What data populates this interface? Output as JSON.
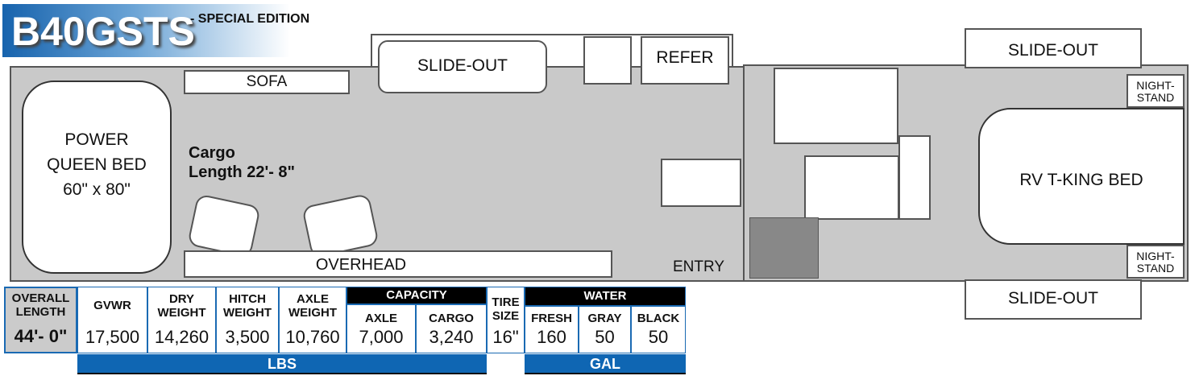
{
  "title": {
    "model": "B40GSTS",
    "edition": "- SPECIAL EDITION"
  },
  "floorplan": {
    "power_bed": [
      "POWER",
      "QUEEN BED",
      "60\" x 80\""
    ],
    "sofa": "SOFA",
    "slide_out_top": "SLIDE-OUT",
    "refer": "REFER",
    "cargo": [
      "Cargo",
      "Length 22'- 8\""
    ],
    "overhead": "OVERHEAD",
    "entry": "ENTRY",
    "slide_out_right_top": "SLIDE-OUT",
    "slide_out_right_bottom": "SLIDE-OUT",
    "nightstand": [
      "NIGHT-",
      "STAND"
    ],
    "king_bed": "RV T-KING BED"
  },
  "specs": {
    "overall_length": {
      "label": [
        "OVERALL",
        "LENGTH"
      ],
      "value": "44'- 0\""
    },
    "gvwr": {
      "label": "GVWR",
      "value": "17,500"
    },
    "dry_weight": {
      "label": [
        "DRY",
        "WEIGHT"
      ],
      "value": "14,260"
    },
    "hitch_weight": {
      "label": [
        "HITCH",
        "WEIGHT"
      ],
      "value": "3,500"
    },
    "axle_weight": {
      "label": [
        "AXLE",
        "WEIGHT"
      ],
      "value": "10,760"
    },
    "capacity": {
      "label": "CAPACITY",
      "axle": {
        "label": "AXLE",
        "value": "7,000"
      },
      "cargo": {
        "label": "CARGO",
        "value": "3,240"
      }
    },
    "tire": {
      "label": [
        "TIRE",
        "SIZE"
      ],
      "value": "16\""
    },
    "water": {
      "label": "WATER",
      "fresh": {
        "label": "FRESH",
        "value": "160"
      },
      "gray": {
        "label": "GRAY",
        "value": "50"
      },
      "black": {
        "label": "BLACK",
        "value": "50"
      }
    },
    "lbs": "LBS",
    "gal": "GAL"
  }
}
